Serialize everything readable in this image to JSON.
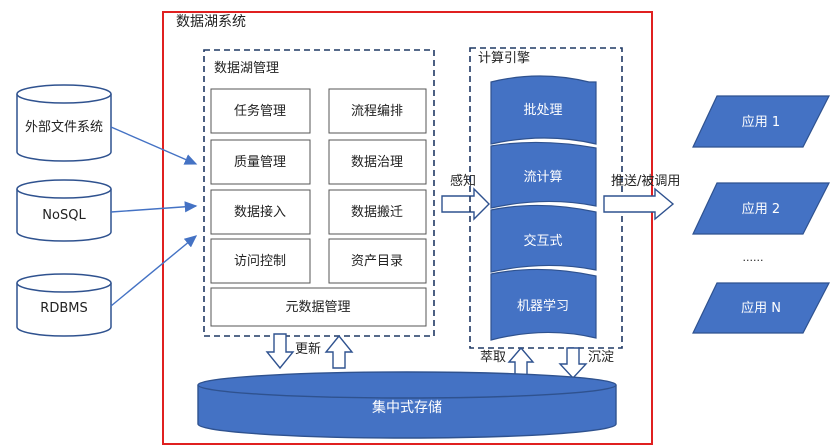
{
  "system": {
    "title": "数据湖系统"
  },
  "sources": [
    "外部文件系统",
    "NoSQL",
    "RDBMS"
  ],
  "management": {
    "title": "数据湖管理",
    "cells": [
      "任务管理",
      "流程编排",
      "质量管理",
      "数据治理",
      "数据接入",
      "数据搬迁",
      "访问控制",
      "资产目录"
    ],
    "wide_cell": "元数据管理"
  },
  "engine": {
    "title": "计算引擎",
    "items": [
      "批处理",
      "流计算",
      "交互式",
      "机器学习"
    ]
  },
  "arrows": {
    "sense": "感知",
    "push": "推送/被调用",
    "update": "更新",
    "extract": "萃取",
    "settle": "沉淀"
  },
  "apps": [
    "应用 1",
    "应用 2",
    "......",
    "应用 N"
  ],
  "storage": {
    "label": "集中式存储"
  },
  "colors": {
    "blue": "#4472c4",
    "dark": "#2f528f",
    "frame": "#e02020",
    "dash": "#1f3864"
  }
}
